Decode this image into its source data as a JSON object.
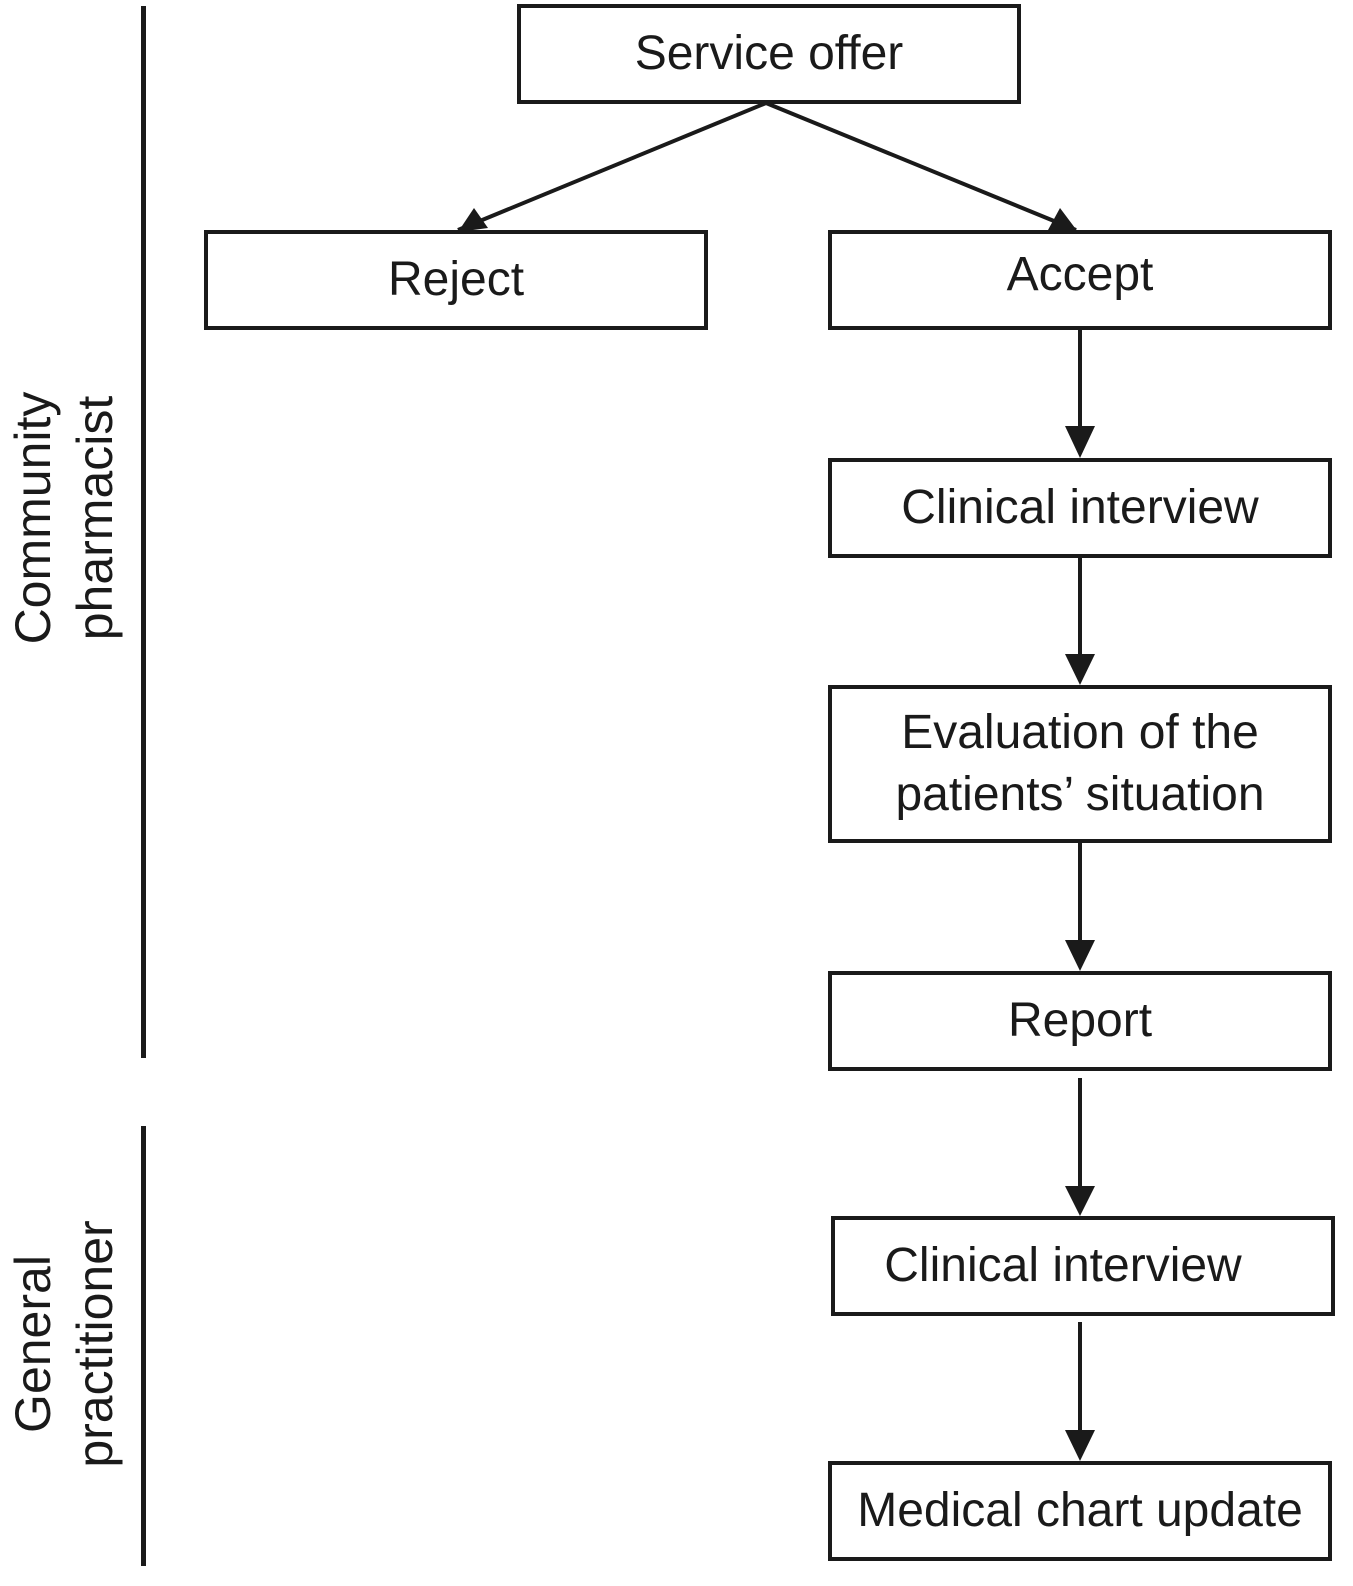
{
  "lanes": [
    {
      "lines": [
        "Community",
        "pharmacist"
      ]
    },
    {
      "lines": [
        "General",
        "practitioner"
      ]
    }
  ],
  "nodes": {
    "service_offer": {
      "lines": [
        "Service offer"
      ]
    },
    "reject": {
      "lines": [
        "Reject"
      ]
    },
    "accept": {
      "lines": [
        "Accept"
      ]
    },
    "clinical_interview_1": {
      "lines": [
        "Clinical interview"
      ]
    },
    "evaluation": {
      "lines": [
        "Evaluation of the",
        "patients’ situation"
      ]
    },
    "report": {
      "lines": [
        "Report"
      ]
    },
    "clinical_interview_2": {
      "lines": [
        "Clinical interview"
      ]
    },
    "medical_chart_update": {
      "lines": [
        "Medical chart update"
      ]
    }
  },
  "edges": [
    {
      "from": "service_offer",
      "to": "reject"
    },
    {
      "from": "service_offer",
      "to": "accept"
    },
    {
      "from": "accept",
      "to": "clinical_interview_1"
    },
    {
      "from": "clinical_interview_1",
      "to": "evaluation"
    },
    {
      "from": "evaluation",
      "to": "report"
    },
    {
      "from": "report",
      "to": "clinical_interview_2"
    },
    {
      "from": "clinical_interview_2",
      "to": "medical_chart_update"
    }
  ],
  "colors": {
    "stroke": "#1a1a1a",
    "background": "#ffffff"
  }
}
